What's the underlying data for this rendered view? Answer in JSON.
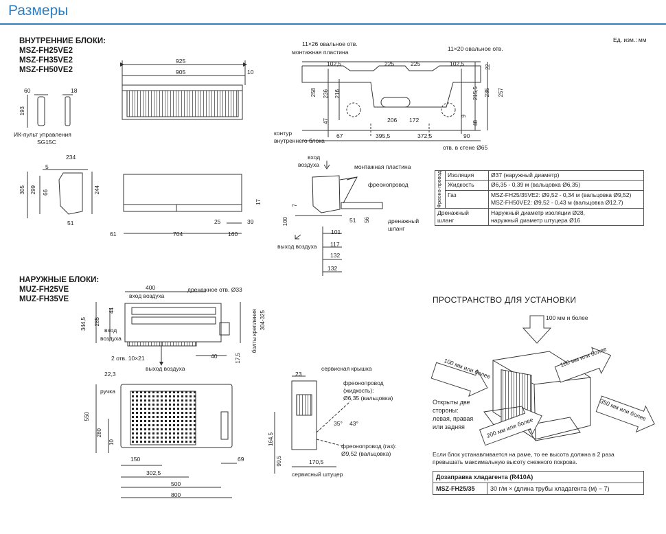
{
  "page": {
    "title": "Размеры",
    "units": "Ед. изм.: мм"
  },
  "indoor": {
    "heading_lines": [
      "ВНУТРЕННИЕ БЛОКИ:",
      "MSZ-FH25VE2",
      "MSZ-FH35VE2",
      "MSZ-FH50VE2"
    ],
    "remote_label_1": "ИК-пульт управления",
    "remote_label_2": "SG15C",
    "labels": {
      "oval_11x26": "11×26 овальное отв.",
      "mount_plate": "монтажная пластина",
      "oval_11x20": "11×20 овальное отв.",
      "contour_1": "контур",
      "contour_2": "внутреннего блока",
      "wall_hole": "отв. в стене Ø65",
      "air_in_1": "вход",
      "air_in_2": "воздуха",
      "mount_plate_side": "монтажная пластина",
      "refrigerant_pipe": "фреонопровод",
      "drain_1": "дренажный",
      "drain_2": "шланг",
      "air_out": "выход воздуха"
    },
    "dims": {
      "d925": "925",
      "d905": "905",
      "d10": "10",
      "d60": "60",
      "d18": "18",
      "d193": "193",
      "d102_5a": "102,5",
      "d225a": "225",
      "d225b": "225",
      "d102_5b": "102,5",
      "d22": "22",
      "d258": "258",
      "d216": "216",
      "d236": "236",
      "d215_5": "215,5",
      "d235": "235",
      "d257": "257",
      "d47": "47",
      "d206": "206",
      "d172": "172",
      "d9": "9",
      "d48": "48",
      "d67": "67",
      "d395_5": "395,5",
      "d372_5": "372,5",
      "d90": "90",
      "d234": "234",
      "d5": "5",
      "d305": "305",
      "d299": "299",
      "d66": "66",
      "d244": "244",
      "d51": "51",
      "d17": "17",
      "d25": "25",
      "d39": "39",
      "d61": "61",
      "d704": "704",
      "d160": "160",
      "d7": "7",
      "d100": "100",
      "d51b": "51",
      "d56": "56",
      "d101": "101",
      "d117": "117",
      "d132": "132",
      "d132b": "132"
    }
  },
  "spec_table": {
    "group_label": "Фреоно-провод",
    "rows": [
      {
        "name": "Изоляция",
        "value": "Ø37 (наружный диаметр)"
      },
      {
        "name": "Жидкость",
        "value": "Ø6,35 - 0,39 м (вальцовка Ø6,35)"
      },
      {
        "name": "Газ",
        "value": "MSZ-FH25/35VE2: Ø9,52 - 0,34 м (вальцовка Ø9,52)",
        "value2": "MSZ-FH50VE2: Ø9,52 - 0,43 м (вальцовка Ø12,7)"
      }
    ],
    "drain_name": "Дренажный шланг",
    "drain_value": "Наружный диаметр изоляции Ø28,",
    "drain_value2": "наружный диаметр штуцера Ø16"
  },
  "outdoor": {
    "heading_lines": [
      "НАРУЖНЫЕ БЛОКИ:",
      "MUZ-FH25VE",
      "MUZ-FH35VE"
    ],
    "labels": {
      "air_in_top": "вход воздуха",
      "drain_hole": "дренажное  отв. Ø33",
      "air_in_left_1": "вход",
      "air_in_left_2": "воздуха",
      "holes": "2 отв. 10×21",
      "air_out": "выход воздуха",
      "bolts": "болты крепления",
      "bolts_dim": "304-325",
      "handle": "ручка",
      "service_cover": "сервисная крышка",
      "liquid_1": "фреонопровод",
      "liquid_2": "(жидкость):",
      "liquid_3": "Ø6,35 (вальцовка)",
      "gas_1": "фреонопровод (газ):",
      "gas_2": "Ø9,52 (вальцовка)",
      "service_port": "сервисный штуцер"
    },
    "dims": {
      "d400": "400",
      "d44": "44",
      "d285": "285",
      "d344_5": "344,5",
      "d40": "40",
      "d17_5": "17,5",
      "d22_3": "22,3",
      "d550": "550",
      "d280": "280",
      "d10": "10",
      "d150": "150",
      "d302_5": "302,5",
      "d69": "69",
      "d500": "500",
      "d800": "800",
      "d23": "23",
      "d35": "35°",
      "d43": "43°",
      "d164_5": "164,5",
      "d99_5": "99,5",
      "d170_5": "170,5"
    }
  },
  "install": {
    "heading": "ПРОСТРАНСТВО ДЛЯ УСТАНОВКИ",
    "top": "100 мм и более",
    "left": "100 мм или более",
    "right_top": "100 мм или более",
    "front": "200 мм или более",
    "right": "350 мм или более",
    "open_1": "Открыты две",
    "open_2": "стороны:",
    "open_3": "левая, правая",
    "open_4": "или задняя",
    "note_1": "Если блок устанавливается на раме, то ее высота должна в 2 раза",
    "note_2": "превышать максимальную высоту снежного покрова."
  },
  "charge_table": {
    "header": "Дозаправка хладагента (R410A)",
    "model": "MSZ-FH25/35",
    "formula": "30 г/м × (длина трубы хладагента (м) − 7)"
  },
  "colors": {
    "accent": "#2f7fc0",
    "line": "#333333",
    "hatch": "#c8c8c8"
  }
}
